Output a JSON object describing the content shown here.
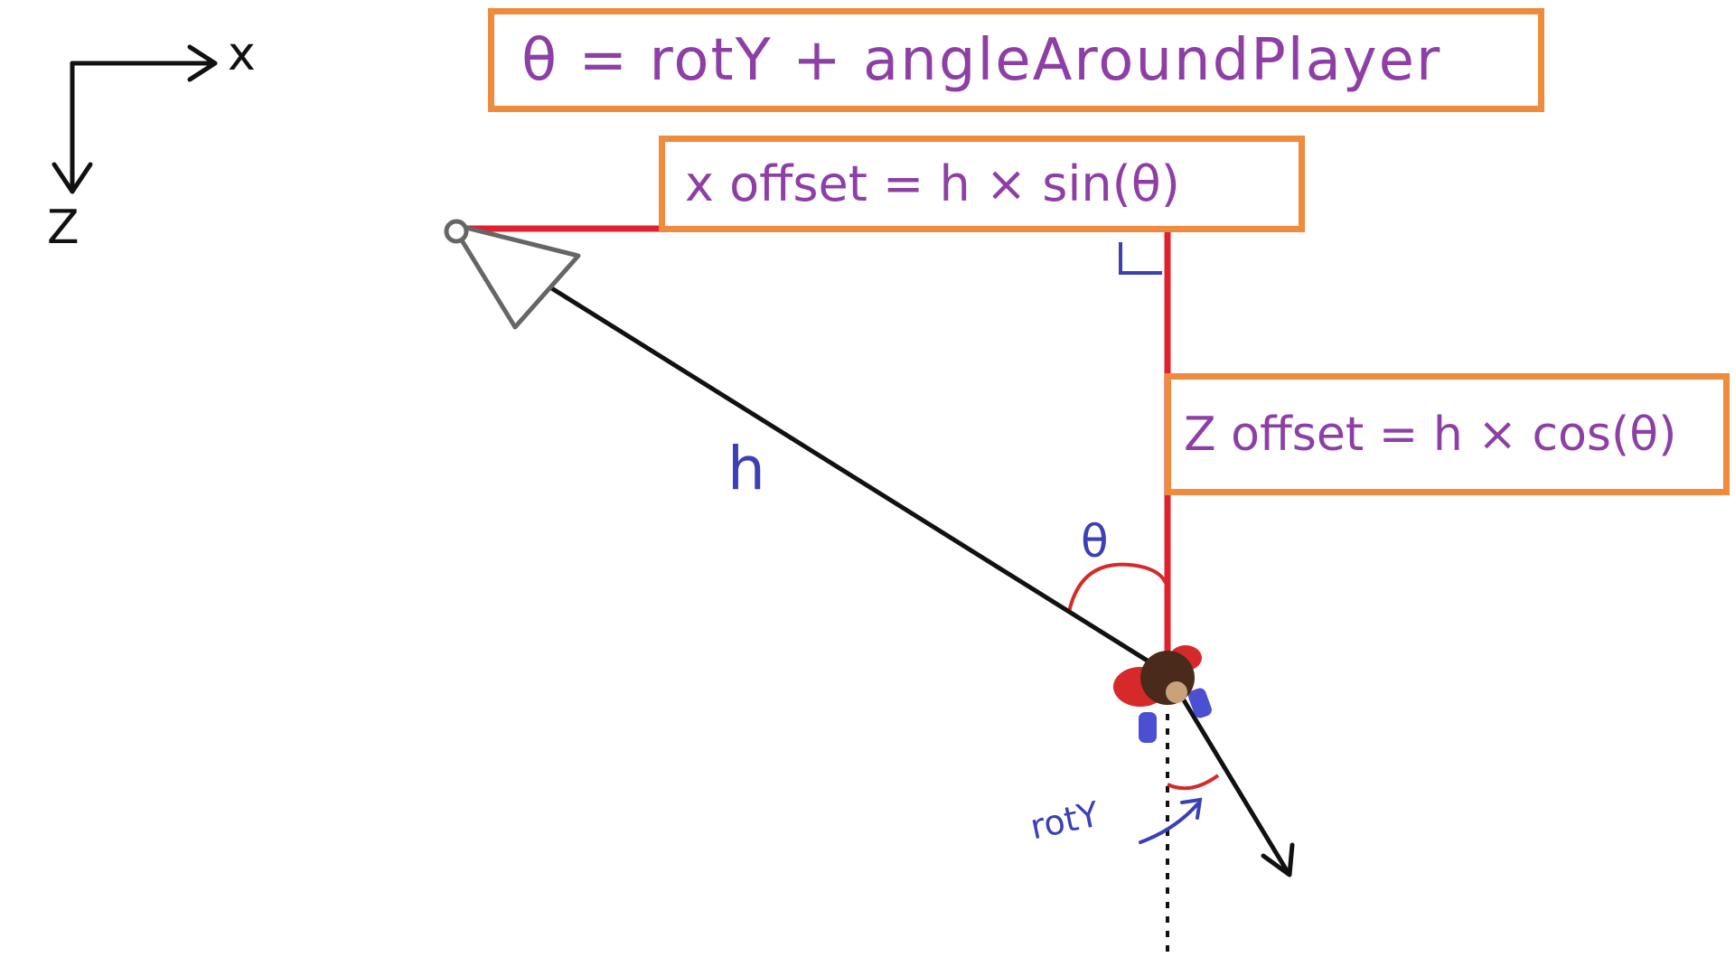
{
  "axes": {
    "x_label": "x",
    "z_label": "Z"
  },
  "formulas": {
    "theta": "θ = rotY + angleAroundPlayer",
    "x_offset": "x offset = h × sin(θ)",
    "z_offset": "Z offset = h × cos(θ)"
  },
  "labels": {
    "hypotenuse": "h",
    "theta": "θ",
    "roty": "rotY"
  },
  "colors": {
    "box_border": "#f08a3c",
    "formula_text": "#8e3fa6",
    "offset_lines": "#e0202e",
    "hypotenuse_line": "#111111",
    "annotation_text": "#3c3fb5",
    "camera_outline": "#666666",
    "player_body": "#d62a2a",
    "player_head": "#4a2a1a",
    "player_feet": "#4b4fd1"
  },
  "icons": {
    "camera": "camera-icon",
    "player": "player-icon"
  }
}
